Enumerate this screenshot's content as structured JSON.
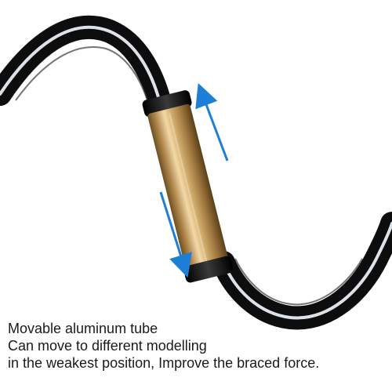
{
  "caption": {
    "line1": "Movable aluminum tube",
    "line2": "Can move to different modelling",
    "line3": "in the weakest position, Improve the braced force."
  },
  "colors": {
    "cable": "#0d0d0d",
    "cable_highlight": "#e9eef5",
    "tube_gold": "#c9a46a",
    "tube_dark": "#8a6a3a",
    "end_cap": "#111111",
    "arrow": "#1e7fd6",
    "text": "#1a1a1a",
    "background": "#ffffff"
  }
}
